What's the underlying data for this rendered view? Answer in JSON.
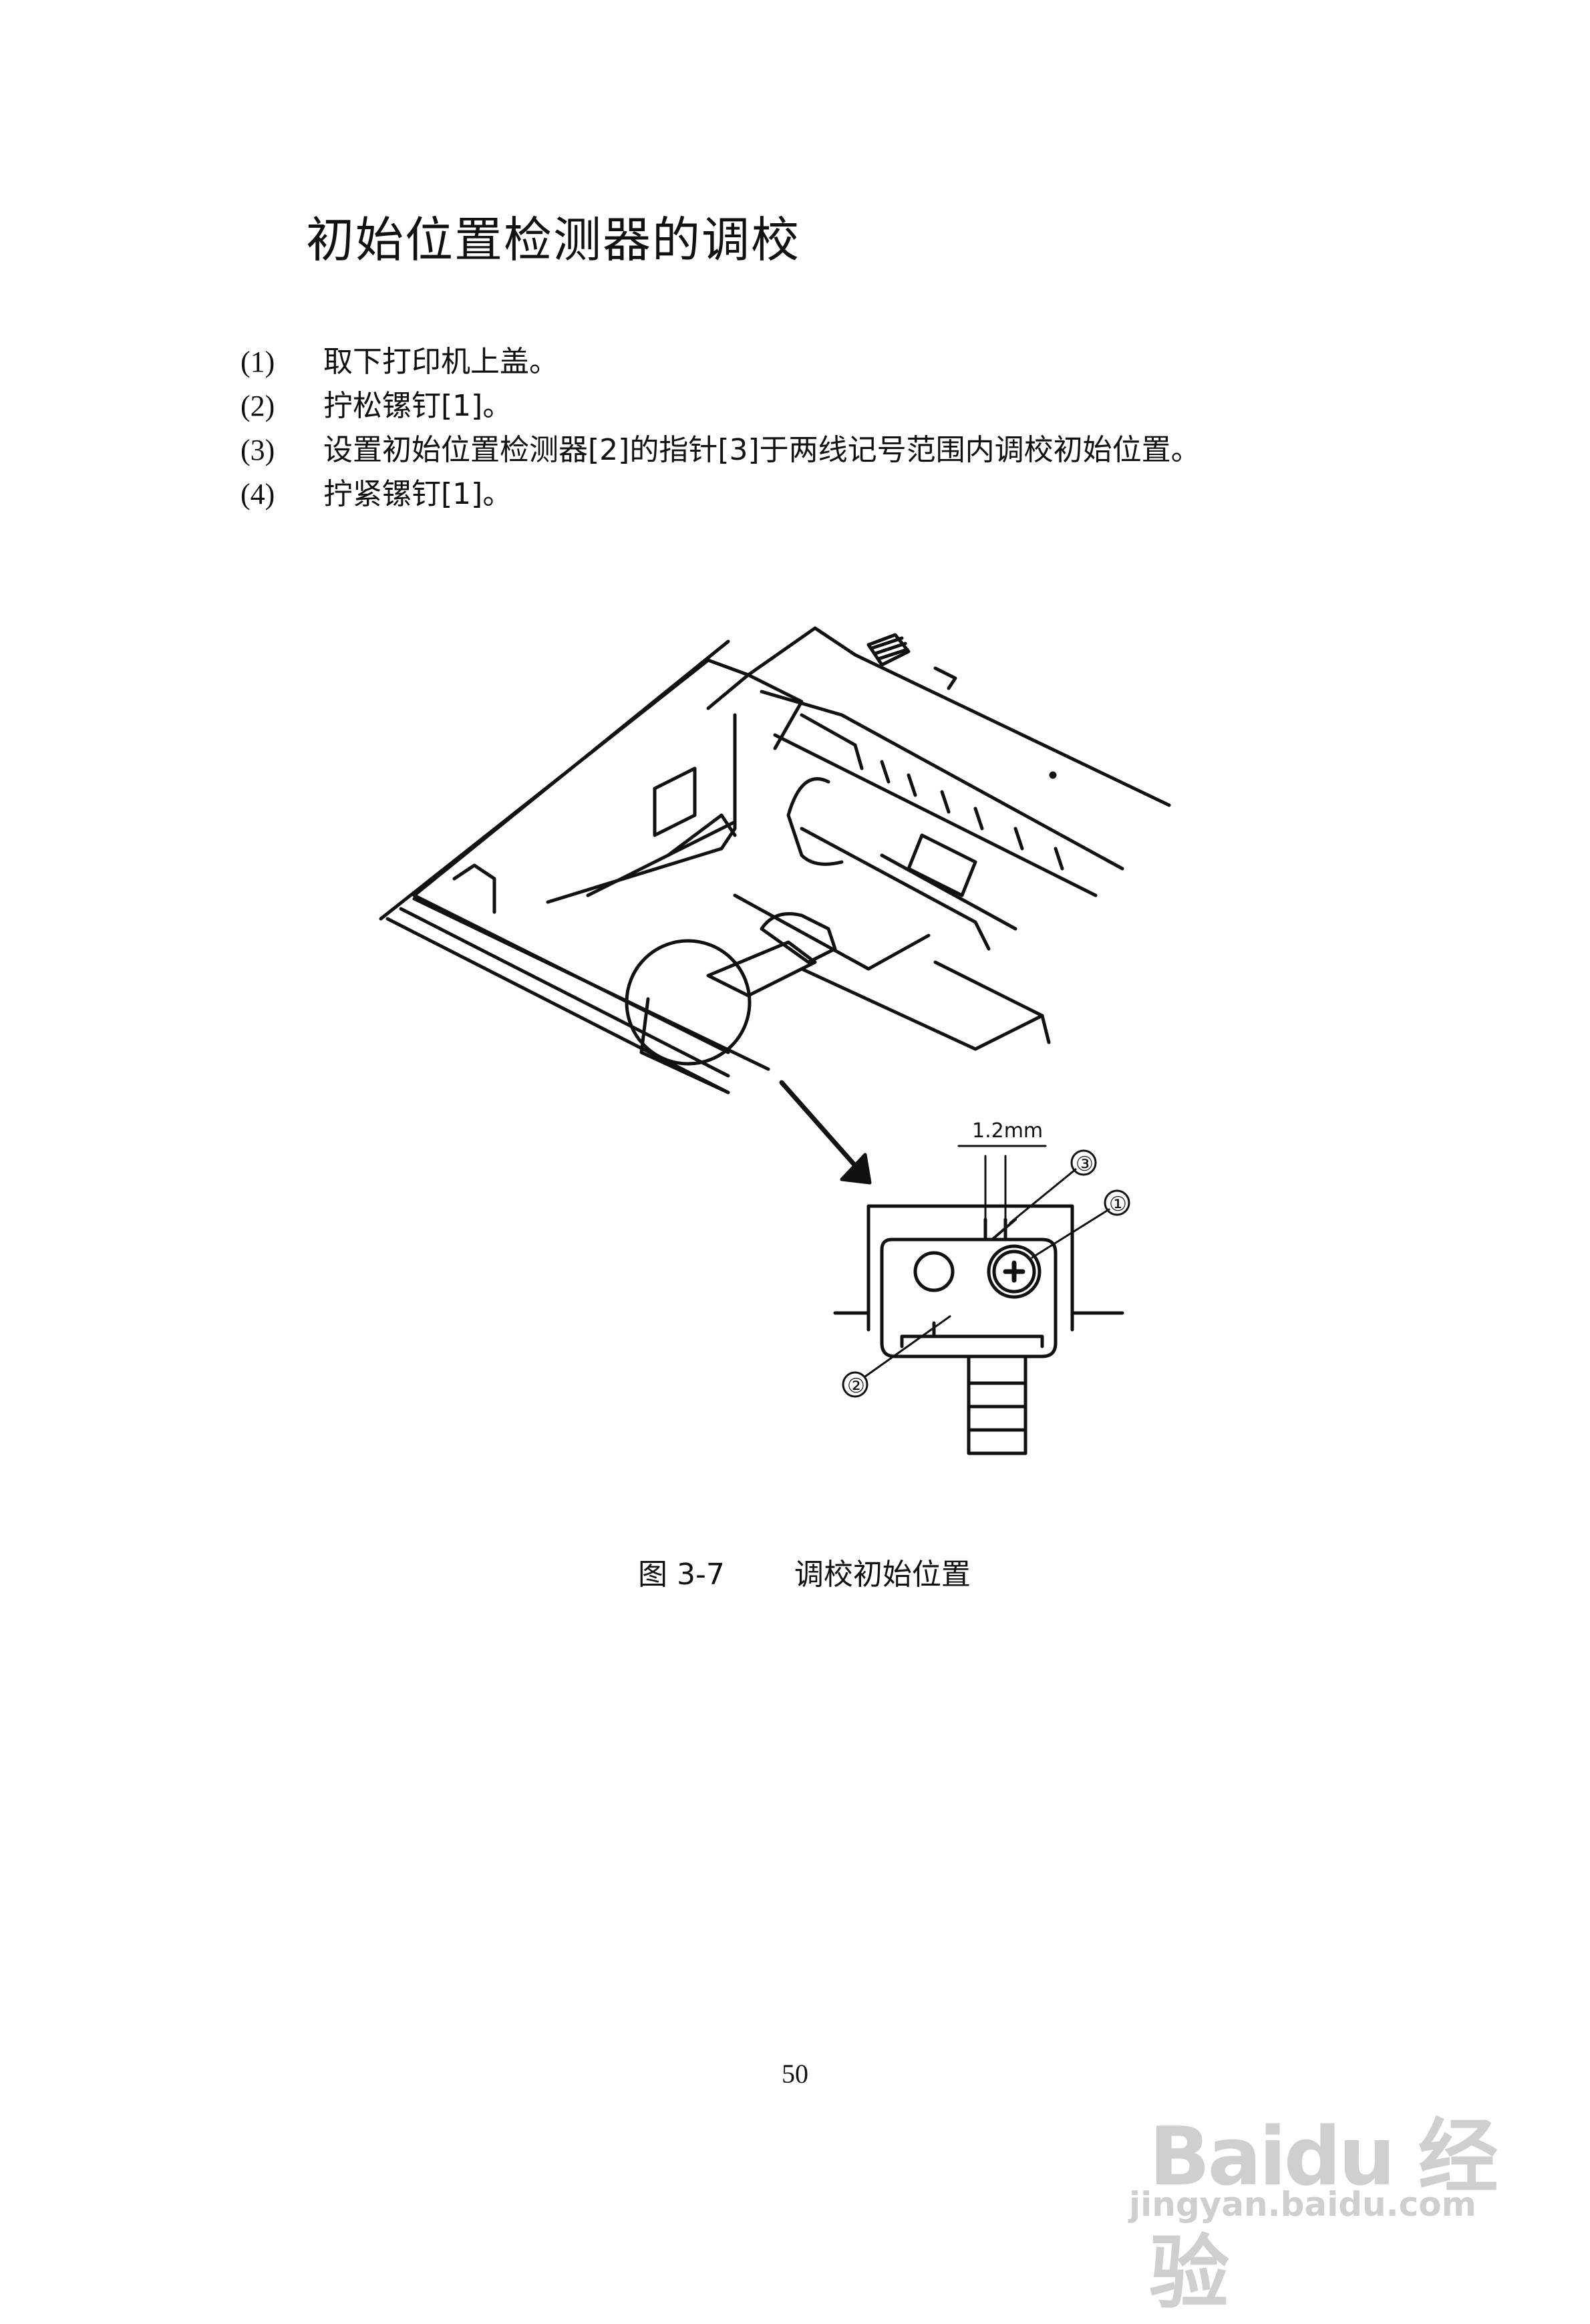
{
  "title": "初始位置检测器的调校",
  "steps": [
    {
      "num": "(1)",
      "text": "取下打印机上盖。"
    },
    {
      "num": "(2)",
      "text": "拧松镙钉[1]。"
    },
    {
      "num": "(3)",
      "text": "设置初始位置检测器[2]的指针[3]于两线记号范围内调校初始位置。"
    },
    {
      "num": "(4)",
      "text": "拧紧镙钉[1]。"
    }
  ],
  "figure": {
    "dimension_label": "1.2mm",
    "callouts": [
      "③",
      "①",
      "②"
    ]
  },
  "caption": {
    "label": "图 3-7",
    "text": "调校初始位置"
  },
  "page_number": "50",
  "watermark": {
    "brand": "Baidu 经验",
    "url": "jingyan.baidu.com"
  }
}
